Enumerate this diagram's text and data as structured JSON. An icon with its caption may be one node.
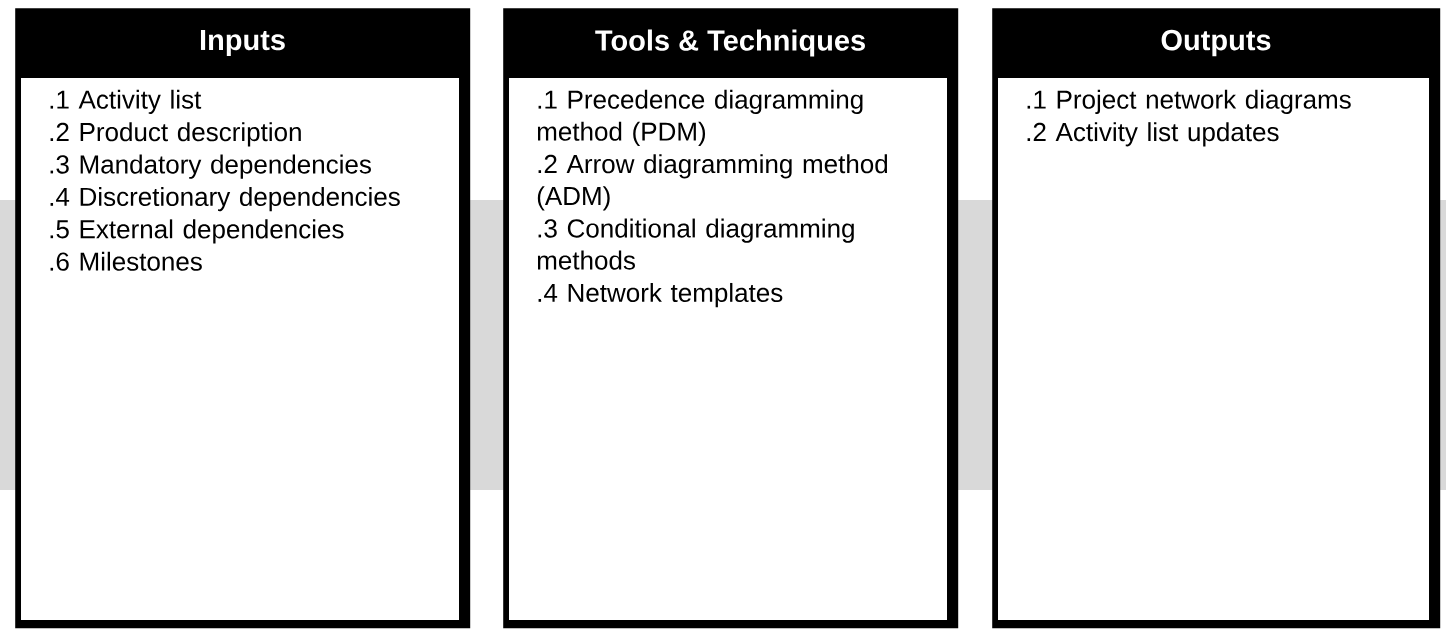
{
  "diagram": {
    "nodes": [
      {
        "text": [
          "Inputs",
          ".1 Activity list",
          ".2 Product description",
          ".3 Mandatory dependencies",
          ".4 Discretionary dependencies",
          ".5 External dependencies",
          ".6 Milestones"
        ]
      },
      {
        "text": [
          "Tools & Techniques",
          ".1 Precedence diagramming method (PDM)",
          ".2 Arrow diagramming method (ADM)",
          ".3 Conditional diagramming methods",
          ".4 Network templates"
        ]
      },
      {
        "text": [
          "Outputs",
          ".1 Project network diagrams",
          ".2 Activity list updates"
        ]
      }
    ]
  }
}
